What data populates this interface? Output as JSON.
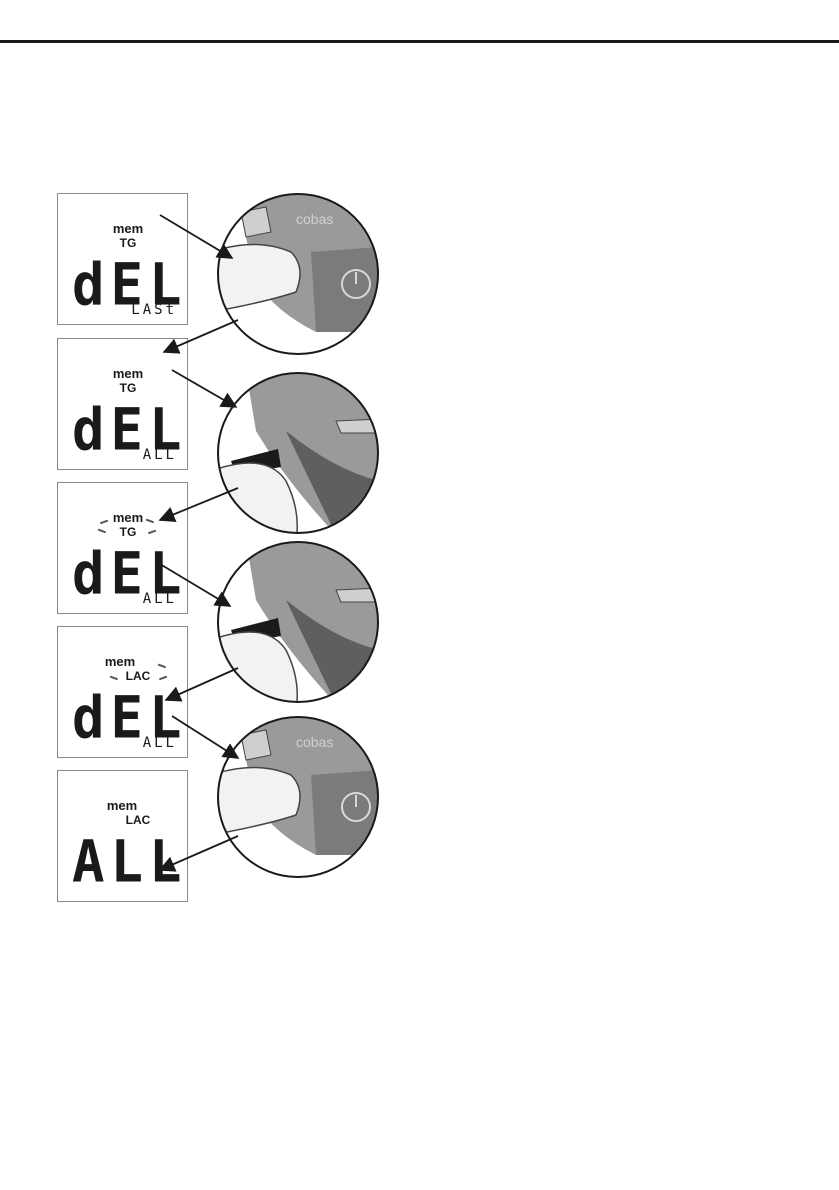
{
  "lcds": [
    {
      "mem": "mem",
      "mode": "TG",
      "main": "dEL",
      "sub": "LASt",
      "blink": false
    },
    {
      "mem": "mem",
      "mode": "TG",
      "main": "dEL",
      "sub": "ALL",
      "blink": false
    },
    {
      "mem": "mem",
      "mode": "TG",
      "main": "dEL",
      "sub": "ALL",
      "blink": true
    },
    {
      "mem": "mem",
      "mode": "LAC",
      "main": "dEL",
      "sub": "ALL",
      "blink": true
    },
    {
      "mem": "mem",
      "mode": "LAC",
      "main": "ALL",
      "sub": "",
      "blink": false
    }
  ],
  "device": {
    "brand": "cobas"
  },
  "colors": {
    "ink": "#1a1a1a",
    "device_body": "#9a9a9a",
    "device_shadow": "#5f5f5f",
    "skin": "#f2f2f2"
  }
}
